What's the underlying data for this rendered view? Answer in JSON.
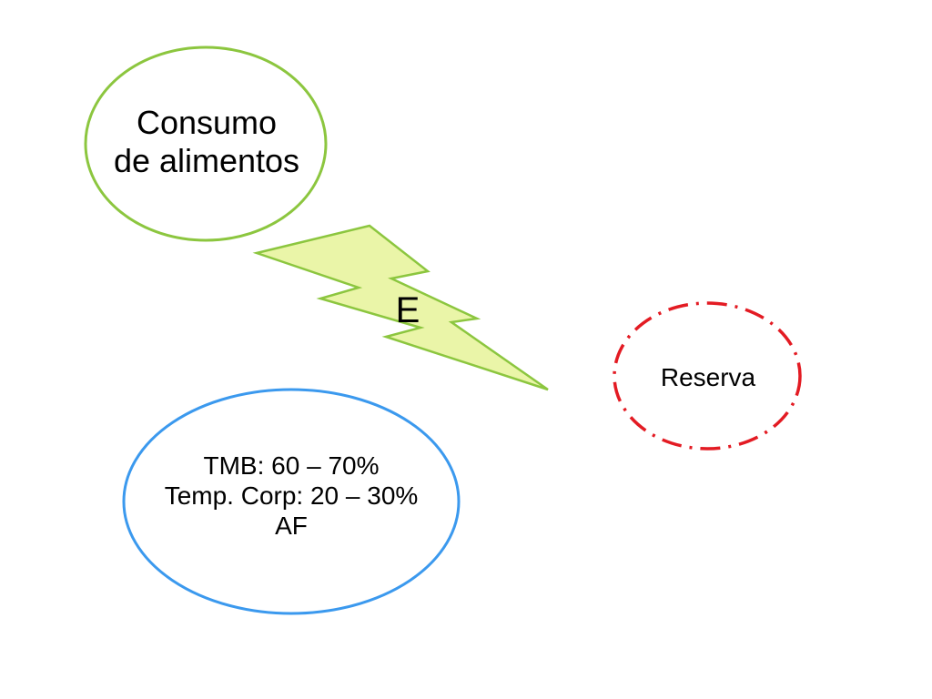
{
  "diagram": {
    "food_intake": {
      "lines": [
        "Consumo",
        "de alimentos"
      ],
      "color": "#8cc63f"
    },
    "energy": {
      "label": "E",
      "fill": "#eaf5a8",
      "stroke": "#8cc63f"
    },
    "expenditure": {
      "lines": [
        "TMB: 60 – 70%",
        "Temp. Corp: 20 – 30%",
        "AF"
      ],
      "color": "#3b99ee"
    },
    "reserve": {
      "label": "Reserva",
      "color": "#e31b23"
    }
  }
}
